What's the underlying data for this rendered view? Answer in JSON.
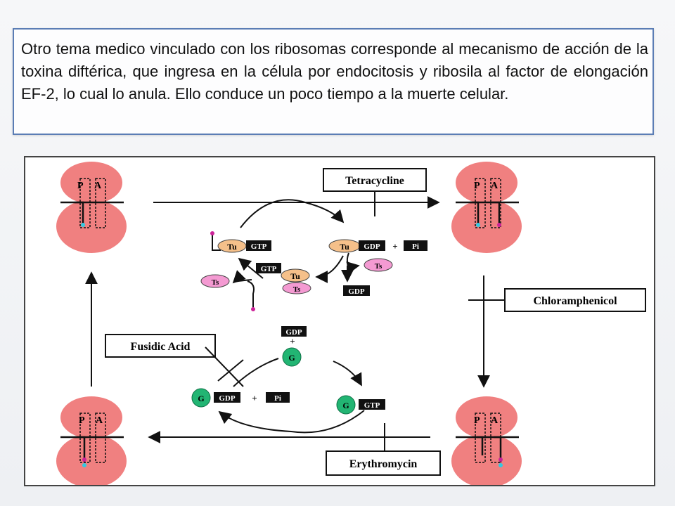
{
  "paragraph": "Otro tema medico vinculado con los ribosomas corresponde al mecanismo de acción de la toxina diftérica, que ingresa en  la célula por endocitosis y ribosila al factor de elongación EF-2, lo cual  lo anula. Ello conduce un poco tiempo a la muerte celular.",
  "diagram": {
    "ribosome_sites": {
      "p": "P",
      "a": "A"
    },
    "antibiotics": {
      "tetracycline": "Tetracycline",
      "chloramphenicol": "Chloramphenicol",
      "fusidic_acid": "Fusidic Acid",
      "erythromycin": "Erythromycin"
    },
    "factors": {
      "tu": "Tu",
      "ts": "Ts",
      "gtp": "GTP",
      "gdp": "GDP",
      "pi": "Pi",
      "g": "G",
      "plus": "+"
    }
  },
  "colors": {
    "ribosome": "#f08080",
    "tu": "#f5c08a",
    "ts": "#f49ad2",
    "g": "#22b573",
    "tag_bg": "#111111",
    "border": "#5b7db5"
  }
}
